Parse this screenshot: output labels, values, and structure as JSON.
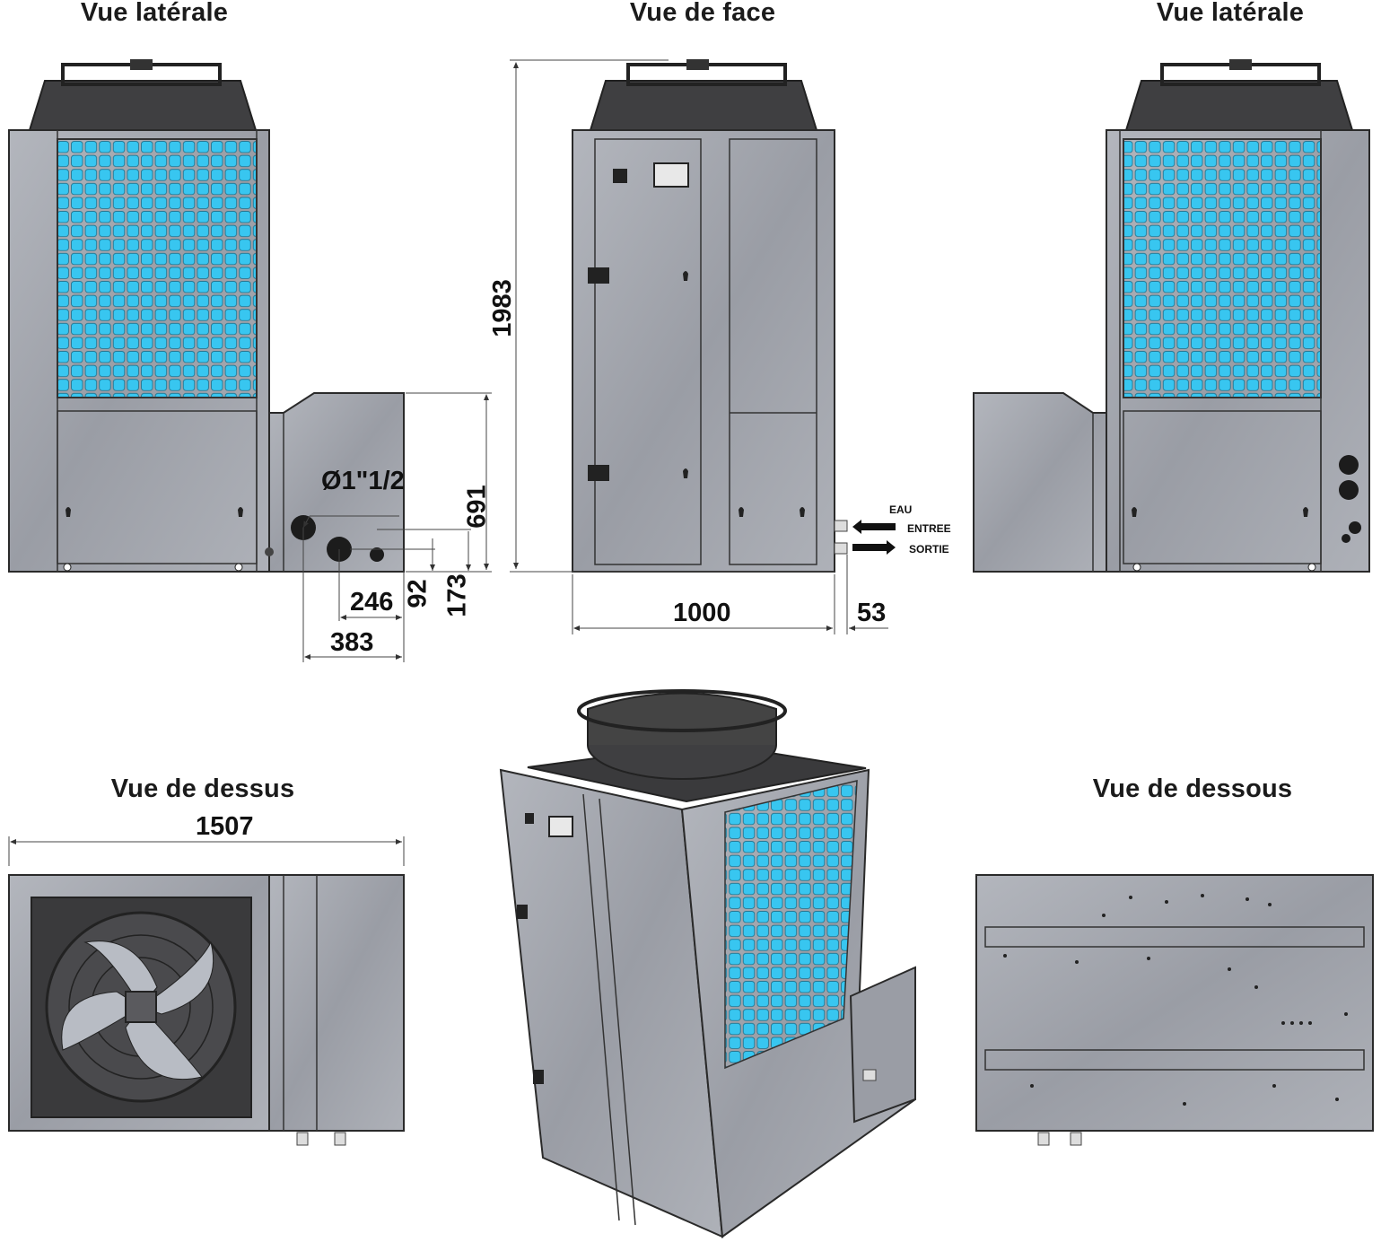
{
  "views": {
    "side_left": "Vue latérale",
    "front": "Vue de face",
    "side_right": "Vue latérale",
    "top": "Vue de dessus",
    "bottom": "Vue de dessous"
  },
  "dimensions": {
    "height": "1983",
    "width": "1000",
    "offset": "53",
    "depth": "1507",
    "pipe_diameter": "Ø1\"1/2",
    "base_height": "691",
    "pipe_h1": "92",
    "pipe_h2": "173",
    "pipe_x1": "246",
    "pipe_x2": "383"
  },
  "water": {
    "label": "EAU",
    "inlet": "ENTREE",
    "outlet": "SORTIE"
  },
  "colors": {
    "panel": "#a5a8b0",
    "panel_dark": "#8d9099",
    "grille": "#36c4ee",
    "fan": "#3d3d3d",
    "outline": "#2a2a2a"
  }
}
